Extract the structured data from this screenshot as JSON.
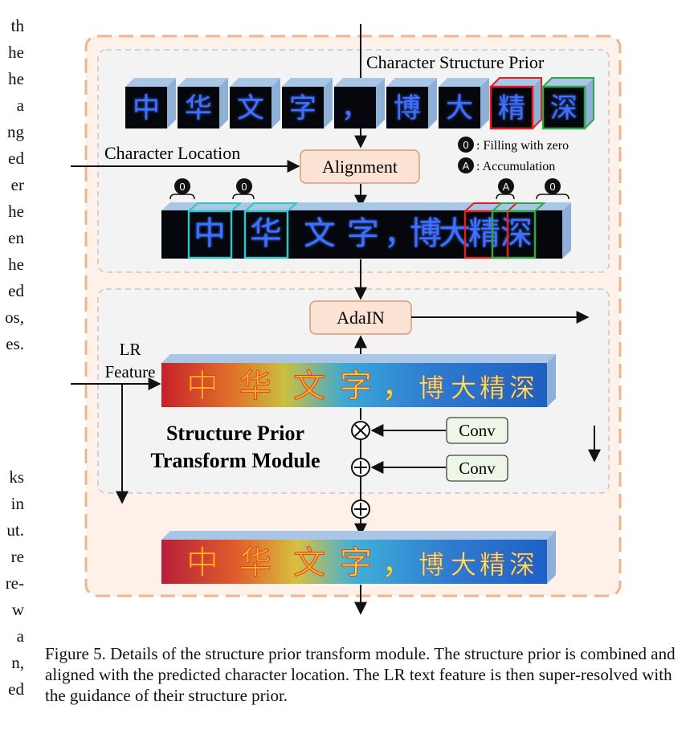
{
  "left_text_fragments": [
    "th",
    "he",
    "he",
    "a",
    "ng",
    "ed",
    "er",
    "he",
    "en",
    "he",
    "ed",
    "os,",
    "es.",
    "ks",
    "in",
    "ut.",
    "re",
    "re-",
    "w",
    "a",
    "n,",
    "ed"
  ],
  "diagram": {
    "prior_title": "Character Structure Prior",
    "prior_glyphs": [
      "中",
      "华",
      "文",
      "字",
      "，",
      "博",
      "大",
      "精",
      "深"
    ],
    "location_label": "Character Location",
    "alignment_label": "Alignment",
    "legend_zero_symbol": "0",
    "legend_zero_text": ": Filling with zero",
    "legend_acc_symbol": "A",
    "legend_acc_text": ": Accumulation",
    "aligned_glyphs": [
      "中",
      "华",
      "文",
      "字",
      "，",
      "博",
      "大",
      "精",
      "深"
    ],
    "marker_labels": [
      "0",
      "0",
      "A",
      "0"
    ],
    "adain_label": "AdaIN",
    "lr_feature_label_1": "LR",
    "lr_feature_label_2": "Feature",
    "feature_glyphs": [
      "中",
      "华",
      "文",
      "字",
      "，",
      "博",
      "大",
      "精",
      "深"
    ],
    "multiply_symbol": "⊗",
    "add_symbol": "⊕",
    "conv_label_1": "Conv",
    "conv_label_2": "Conv",
    "module_title_1": "Structure Prior",
    "module_title_2": "Transform Module",
    "output_glyphs": [
      "中",
      "华",
      "文",
      "字",
      "，",
      "博",
      "大",
      "精",
      "深"
    ]
  },
  "caption": "Figure 5.  Details of the structure prior transform module. The structure prior is combined and aligned with the predicted character location. The LR text feature is then super-resolved with the guidance of their structure prior.",
  "colors": {
    "outer_border": "#f0b48a",
    "outer_fill": "#fdf1ea",
    "inner_fill": "#f3f3f3",
    "alignment_fill": "#fde3d3",
    "conv_fill": "#eef6e6",
    "cyan_box": "#2ec4c4",
    "red_box": "#e02020",
    "green_box": "#2aa84a",
    "glyph_blue": "#3f6fff"
  }
}
